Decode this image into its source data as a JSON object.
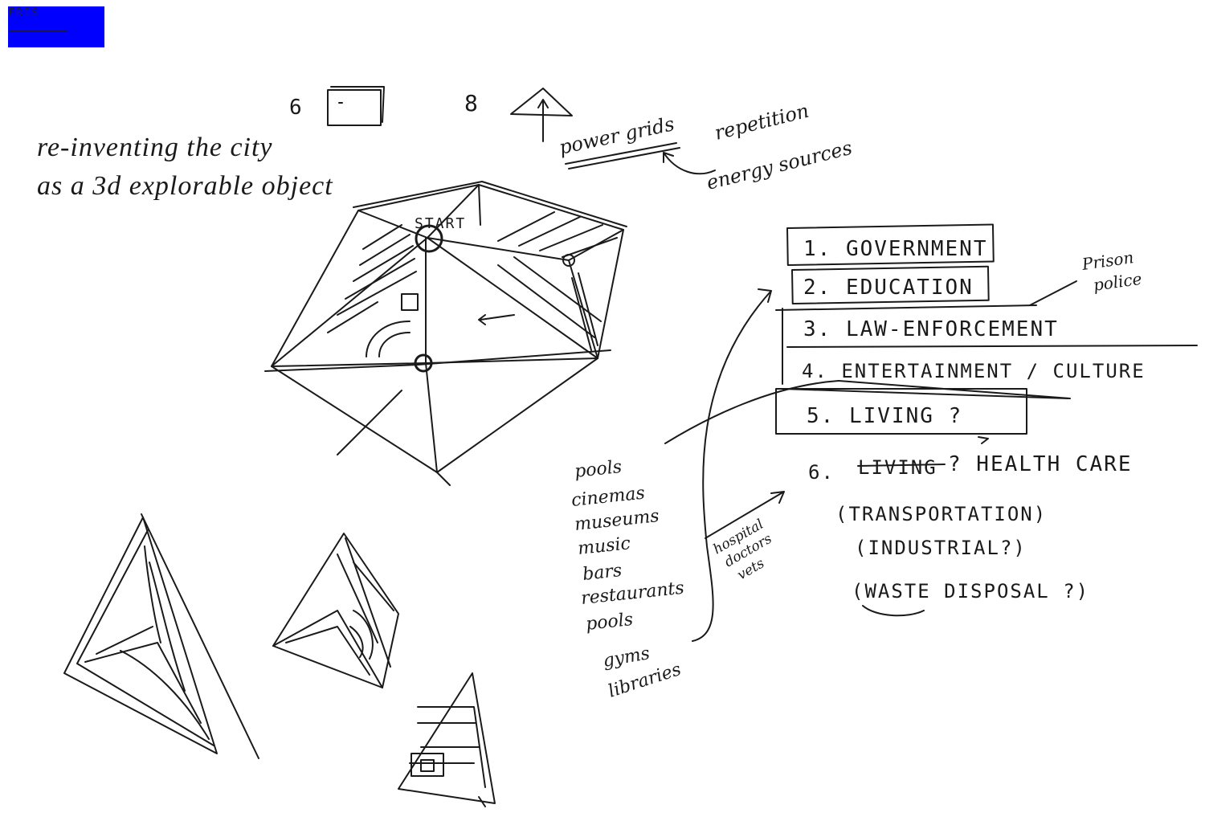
{
  "nav": {
    "logo_text": "FRIS"
  },
  "title": {
    "line1": "re-inventing the city",
    "line2": "as a 3d explorable object"
  },
  "notes": {
    "num_6": "6",
    "num_8": "8",
    "power_grids": "power grids",
    "repetition": "repetition",
    "energy_sources": "energy sources",
    "start": "START",
    "prison": "Prison",
    "police": "police",
    "hospital": "hospital",
    "doctors": "doctors",
    "vets": "vets"
  },
  "categories": [
    "1. GOVERNMENT",
    "2. EDUCATION",
    "3. LAW-ENFORCEMENT",
    "4. ENTERTAINMENT / CULTURE",
    "5. LIVING ?"
  ],
  "item_6": {
    "number": "6.",
    "struck": "LIVING",
    "text": "? HEALTH CARE"
  },
  "extras": [
    "(TRANSPORTATION)",
    "(INDUSTRIAL?)",
    "(WASTE DISPOSAL ?)"
  ],
  "entertainment_list": [
    "pools",
    "cinemas",
    "museums",
    "music",
    "bars",
    "restaurants",
    "pools",
    "gyms",
    "libraries"
  ]
}
